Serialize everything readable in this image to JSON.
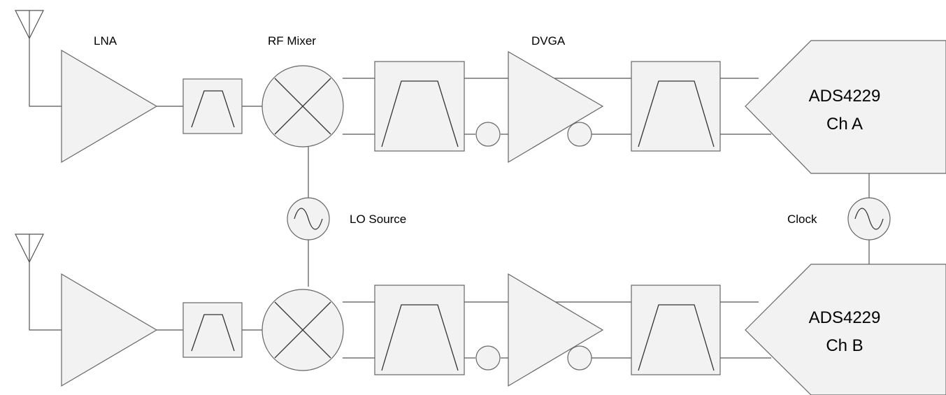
{
  "labels": {
    "lna": "LNA",
    "rf_mixer": "RF Mixer",
    "dvga": "DVGA",
    "lo_source": "LO Source",
    "clock": "Clock"
  },
  "adc_a": {
    "line1": "ADS4229",
    "line2": "Ch A"
  },
  "adc_b": {
    "line1": "ADS4229",
    "line2": "Ch B"
  },
  "colors": {
    "block_fill": "#f2f2f2",
    "stroke": "#666666",
    "wire": "#555555"
  }
}
